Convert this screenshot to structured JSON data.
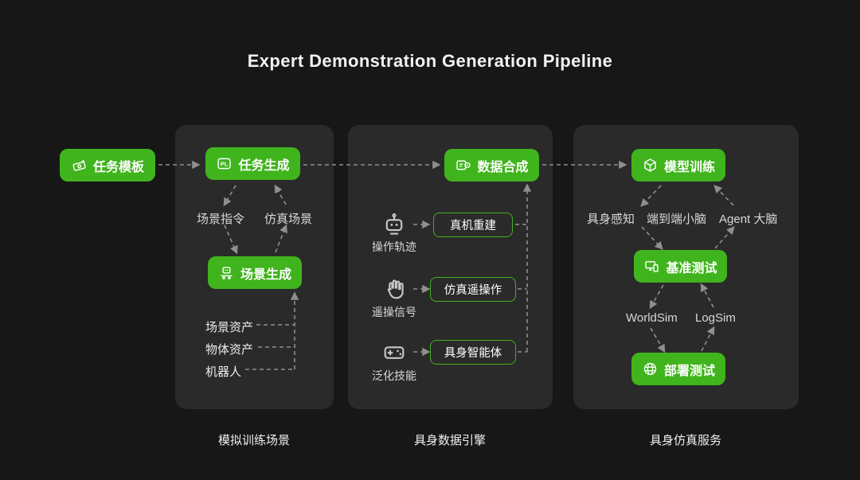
{
  "title": "Expert Demonstration Generation Pipeline",
  "colors": {
    "accent_green": "#40b41d",
    "background": "#171717",
    "panel": "#2a2a2a",
    "arrow": "#8f8f8f"
  },
  "icons": {
    "start": "money-sparkle-icon",
    "task_generation": "pl-badge-icon",
    "scene_generation": "robot-conveyor-icon",
    "data_synthesis": "recorder-icon",
    "row_sources": [
      "robot-icon",
      "glove-icon",
      "gamepad-icon"
    ],
    "model_training": "cube-icon",
    "benchmark_test": "devices-icon",
    "deploy_test": "globe-icon"
  },
  "start_node": {
    "label": "任务模板"
  },
  "panels": {
    "sim_training": {
      "caption": "模拟训练场景",
      "task_generation": "任务生成",
      "scene_instruction": "场景指令",
      "simulated_scene": "仿真场景",
      "scene_generation": "场景生成",
      "assets": [
        "场景资产",
        "物体资产",
        "机器人"
      ]
    },
    "data_engine": {
      "caption": "具身数据引擎",
      "data_synthesis": "数据合成",
      "rows": [
        {
          "source": "操作轨迹",
          "target": "真机重建"
        },
        {
          "source": "遥操信号",
          "target": "仿真遥操作"
        },
        {
          "source": "泛化技能",
          "target": "具身智能体"
        }
      ]
    },
    "sim_service": {
      "caption": "具身仿真服务",
      "model_training": "模型训练",
      "middle_labels": [
        "具身感知",
        "端到端小脑",
        "Agent 大脑"
      ],
      "benchmark_test": "基准测试",
      "sim_names": [
        "WorldSim",
        "LogSim"
      ],
      "deploy_test": "部署测试"
    }
  }
}
